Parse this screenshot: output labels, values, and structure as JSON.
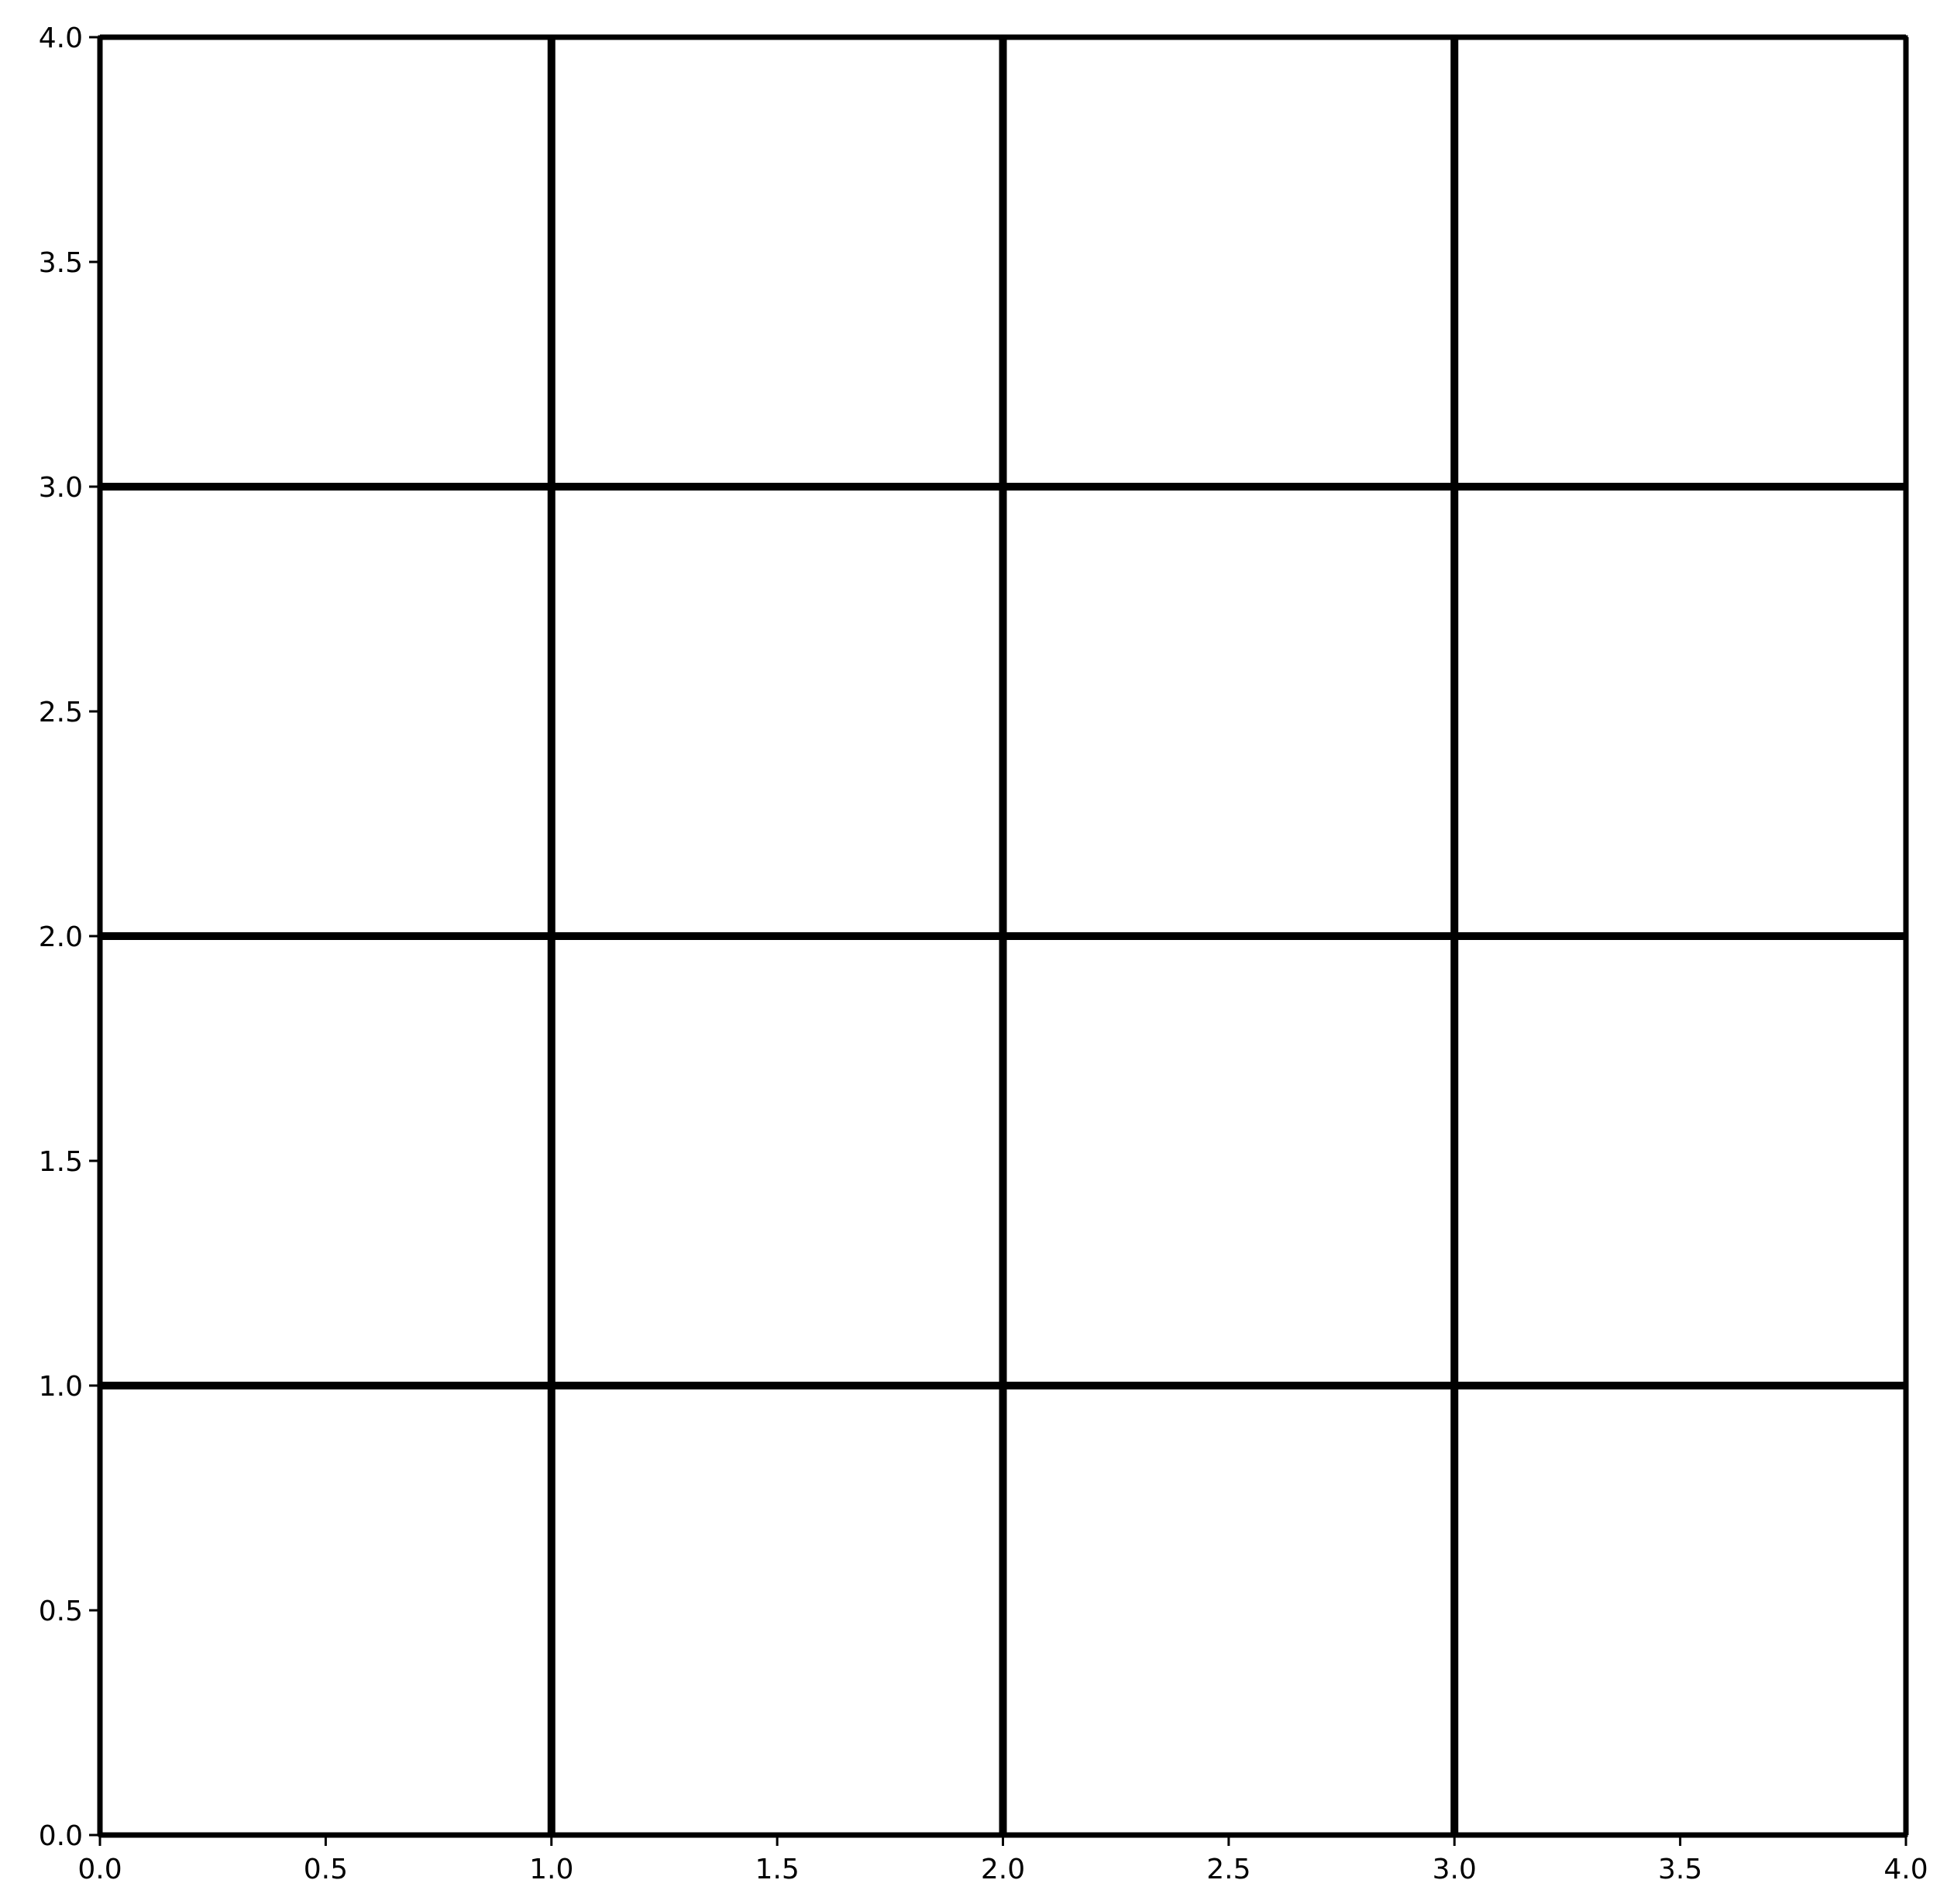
{
  "chart_data": {
    "type": "line",
    "title": "",
    "xlabel": "",
    "ylabel": "",
    "xlim": [
      0.0,
      4.0
    ],
    "ylim": [
      0.0,
      4.0
    ],
    "x_ticks": [
      0.0,
      0.5,
      1.0,
      1.5,
      2.0,
      2.5,
      3.0,
      3.5,
      4.0
    ],
    "y_ticks": [
      0.0,
      0.5,
      1.0,
      1.5,
      2.0,
      2.5,
      3.0,
      3.5,
      4.0
    ],
    "x_tick_labels": [
      "0.0",
      "0.5",
      "1.0",
      "1.5",
      "2.0",
      "2.5",
      "3.0",
      "3.5",
      "4.0"
    ],
    "y_tick_labels": [
      "0.0",
      "0.5",
      "1.0",
      "1.5",
      "2.0",
      "2.5",
      "3.0",
      "3.5",
      "4.0"
    ],
    "grid": false,
    "legend": "none",
    "line_color": "#000000",
    "series": [
      {
        "orientation": "vertical",
        "x": [
          0,
          0
        ],
        "y": [
          0,
          4
        ]
      },
      {
        "orientation": "vertical",
        "x": [
          1,
          1
        ],
        "y": [
          0,
          4
        ]
      },
      {
        "orientation": "vertical",
        "x": [
          2,
          2
        ],
        "y": [
          0,
          4
        ]
      },
      {
        "orientation": "vertical",
        "x": [
          3,
          3
        ],
        "y": [
          0,
          4
        ]
      },
      {
        "orientation": "vertical",
        "x": [
          4,
          4
        ],
        "y": [
          0,
          4
        ]
      },
      {
        "orientation": "horizontal",
        "x": [
          0,
          4
        ],
        "y": [
          0,
          0
        ]
      },
      {
        "orientation": "horizontal",
        "x": [
          0,
          4
        ],
        "y": [
          1,
          1
        ]
      },
      {
        "orientation": "horizontal",
        "x": [
          0,
          4
        ],
        "y": [
          2,
          2
        ]
      },
      {
        "orientation": "horizontal",
        "x": [
          0,
          4
        ],
        "y": [
          3,
          3
        ]
      },
      {
        "orientation": "horizontal",
        "x": [
          0,
          4
        ],
        "y": [
          4,
          4
        ]
      }
    ]
  }
}
